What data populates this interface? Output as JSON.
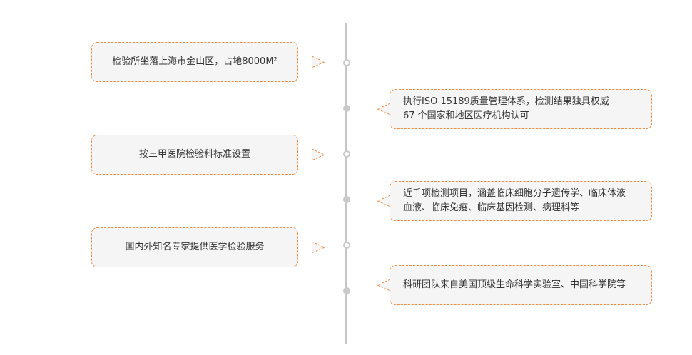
{
  "colors": {
    "accent": "#f08a3c",
    "line": "#c6c6c6",
    "bubble_bg": "#f5f5f5",
    "text": "#333333"
  },
  "timeline": {
    "items": [
      {
        "side": "left",
        "lines": [
          "检验所坐落上海市金山区，占地8000M²"
        ]
      },
      {
        "side": "right",
        "lines": [
          "执行ISO 15189质量管理体系，检测结果独具权威",
          "67 个国家和地区医疗机构认可"
        ]
      },
      {
        "side": "left",
        "lines": [
          "按三甲医院检验科标准设置"
        ]
      },
      {
        "side": "right",
        "lines": [
          "近千项检测项目，涵盖临床细胞分子遗传学、临床体液",
          "血液、临床免疫、临床基因检测、病理科等"
        ]
      },
      {
        "side": "left",
        "lines": [
          "国内外知名专家提供医学检验服务"
        ]
      },
      {
        "side": "right",
        "lines": [
          "科研团队来自美国顶级生命科学实验室、中国科学院等"
        ]
      }
    ]
  }
}
